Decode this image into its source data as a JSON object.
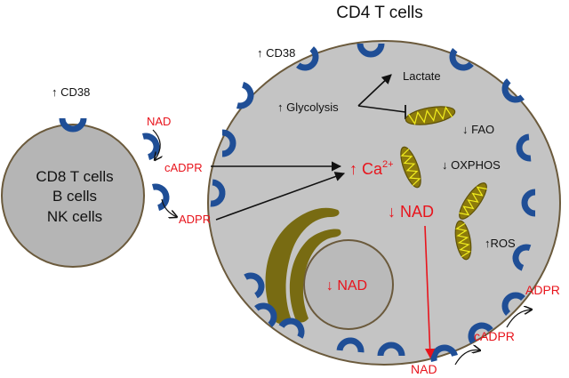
{
  "title": "CD4 T cells",
  "left_cell": {
    "lines": [
      "CD8 T cells",
      "B cells",
      "NK cells"
    ],
    "cd38_label": "↑ CD38"
  },
  "right_cell": {
    "cd38_label": "↑ CD38",
    "glycolysis": "↑ Glycolysis",
    "lactate": "Lactate",
    "fao": "↓ FAO",
    "oxphos": "↓ OXPHOS",
    "ros": "↑ROS",
    "calcium": "↑ Ca",
    "calcium_sup": "2+",
    "nad_cyto": "↓ NAD",
    "nad_nucleus": "↓ NAD"
  },
  "metabolites": {
    "nad_top": "NAD",
    "cadpr_left": "cADPR",
    "adpr_left": "ADPR",
    "nad_bottom": "NAD",
    "cadpr_right": "cADPR",
    "adpr_right": "ADPR"
  },
  "colors": {
    "cell_fill": "#c4c4c4",
    "cell_border": "#6b5a3c",
    "receptor": "#1f4e96",
    "mito_fill": "#8c7a0c",
    "mito_crista": "#f2ee1e",
    "golgi": "#786b12",
    "accent_red": "#e8141c"
  }
}
